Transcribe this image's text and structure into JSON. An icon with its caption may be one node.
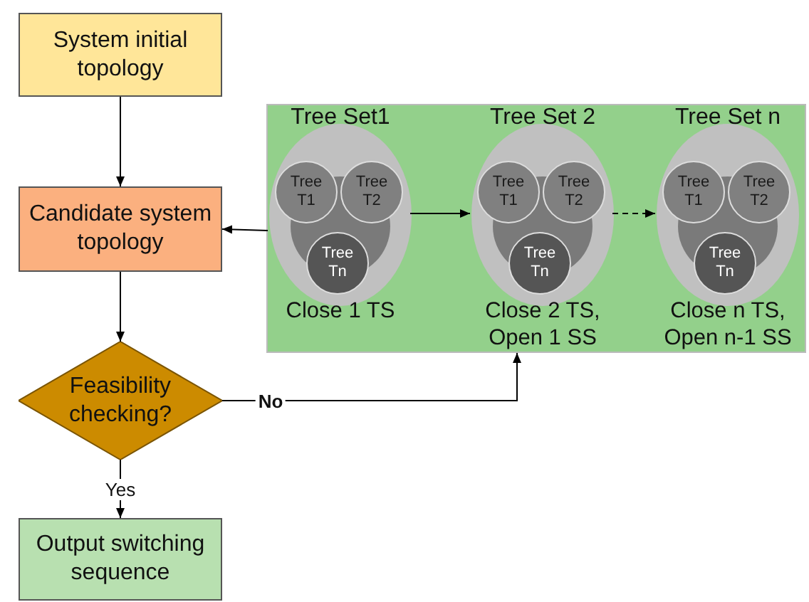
{
  "diagram": {
    "nodes": [
      {
        "text": [
          "System initial topology"
        ]
      },
      {
        "text": [
          "Candidate system topology"
        ]
      },
      {
        "text": [
          "Feasibility checking?"
        ]
      },
      {
        "text": [
          "Output switching sequence"
        ]
      },
      {
        "text": [],
        "shape": "box"
      },
      {
        "text": [
          "Tree Set1"
        ],
        "beside": [
          "Close 1 TS"
        ],
        "in": 4
      },
      {
        "text": [
          "Tree T1"
        ],
        "in": 5
      },
      {
        "text": [
          "Tree T2"
        ],
        "in": 5
      },
      {
        "text": [
          "Tree Tn"
        ],
        "in": 5
      },
      {
        "text": [
          "Tree Set 2"
        ],
        "beside": [
          "Close 2 TS, Open 1 SS"
        ],
        "in": 4
      },
      {
        "text": [
          "Tree T1"
        ],
        "in": 9
      },
      {
        "text": [
          "Tree T2"
        ],
        "in": 9
      },
      {
        "text": [
          "Tree Tn"
        ],
        "in": 9
      },
      {
        "text": [
          "Tree Set n"
        ],
        "beside": [
          "Close n TS, Open n-1 SS"
        ],
        "in": 4
      },
      {
        "text": [
          "Tree T1"
        ],
        "in": 13
      },
      {
        "text": [
          "Tree T2"
        ],
        "in": 13
      },
      {
        "text": [
          "Tree Tn"
        ],
        "in": 13
      }
    ],
    "edges": [
      {
        "from": 0,
        "to": 1,
        "arrow": "to"
      },
      {
        "from": 1,
        "to": 2,
        "arrow": "to"
      },
      {
        "from": 2,
        "to": 3,
        "arrow": "to",
        "label": "Yes"
      },
      {
        "from": 5,
        "to": 1,
        "arrow": "to"
      },
      {
        "from": 5,
        "to": 9,
        "arrow": "to"
      },
      {
        "from": 9,
        "to": 13,
        "arrow": "to",
        "style": "dashed"
      },
      {
        "from": 2,
        "to": 9,
        "arrow": "to",
        "label": "No"
      }
    ]
  }
}
